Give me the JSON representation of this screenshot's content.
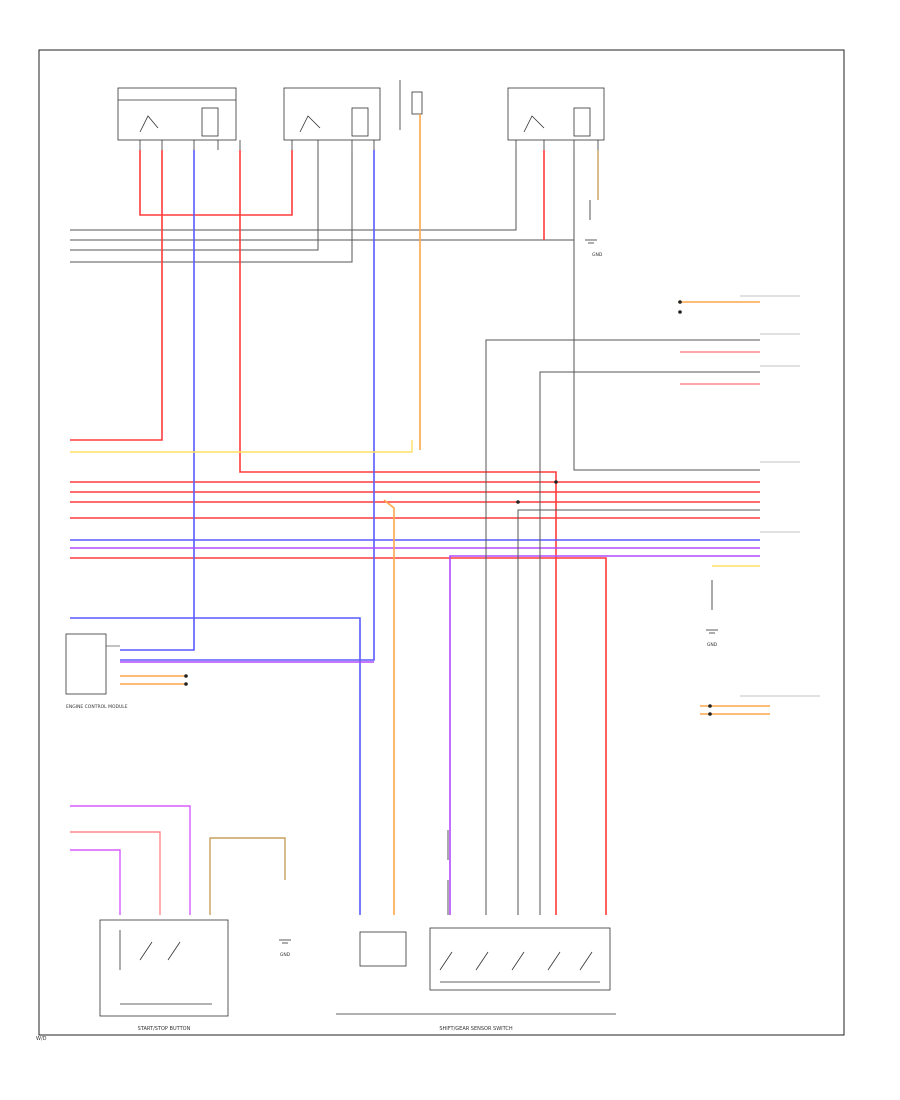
{
  "colors": {
    "red": "#ff3b3b",
    "pink": "#ff8a8a",
    "blue": "#5a5aff",
    "purple": "#b04bff",
    "violet": "#d65cff",
    "orange": "#ffa64d",
    "yellow": "#ffe066",
    "tan": "#c8a060",
    "gray": "#444444",
    "black": "#111111"
  },
  "icons": [
    "switch-contact-icon",
    "relay-coil-icon",
    "ground-icon",
    "connector-pin-icon"
  ],
  "labels": {
    "start_stop_button": "START/STOP BUTTON",
    "gear_range_switch": "SHIFT/GEAR SENSOR SWITCH",
    "engine_control_module": "ENGINE CONTROL MODULE",
    "ground_1": "GND",
    "ground_2": "GND",
    "ground_3": "GND",
    "ref": "W/D"
  }
}
